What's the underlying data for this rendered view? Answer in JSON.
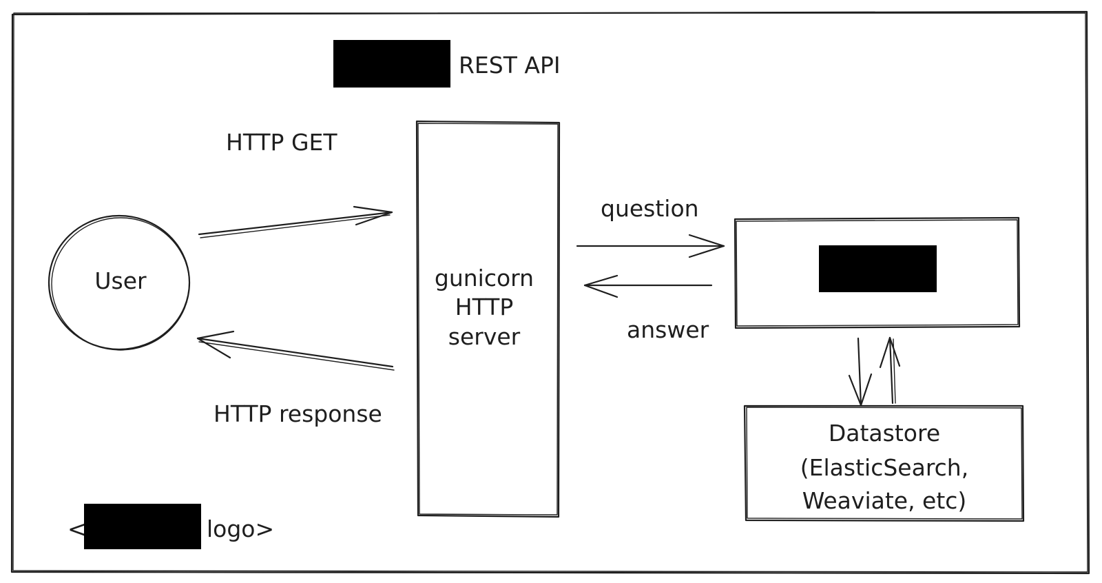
{
  "title": {
    "suffix": "REST API"
  },
  "user": {
    "label": "User"
  },
  "server": {
    "lines": [
      "gunicorn",
      "HTTP",
      "server"
    ]
  },
  "flows": {
    "request": "HTTP GET",
    "response": "HTTP response",
    "question": "question",
    "answer": "answer"
  },
  "datastore": {
    "lines": [
      "Datastore",
      "(ElasticSearch,",
      "Weaviate, etc)"
    ]
  },
  "logo": {
    "open": "<",
    "suffix": "logo>"
  },
  "colors": {
    "ink": "#1e1e1e",
    "redaction": "#000000",
    "background": "#ffffff"
  }
}
